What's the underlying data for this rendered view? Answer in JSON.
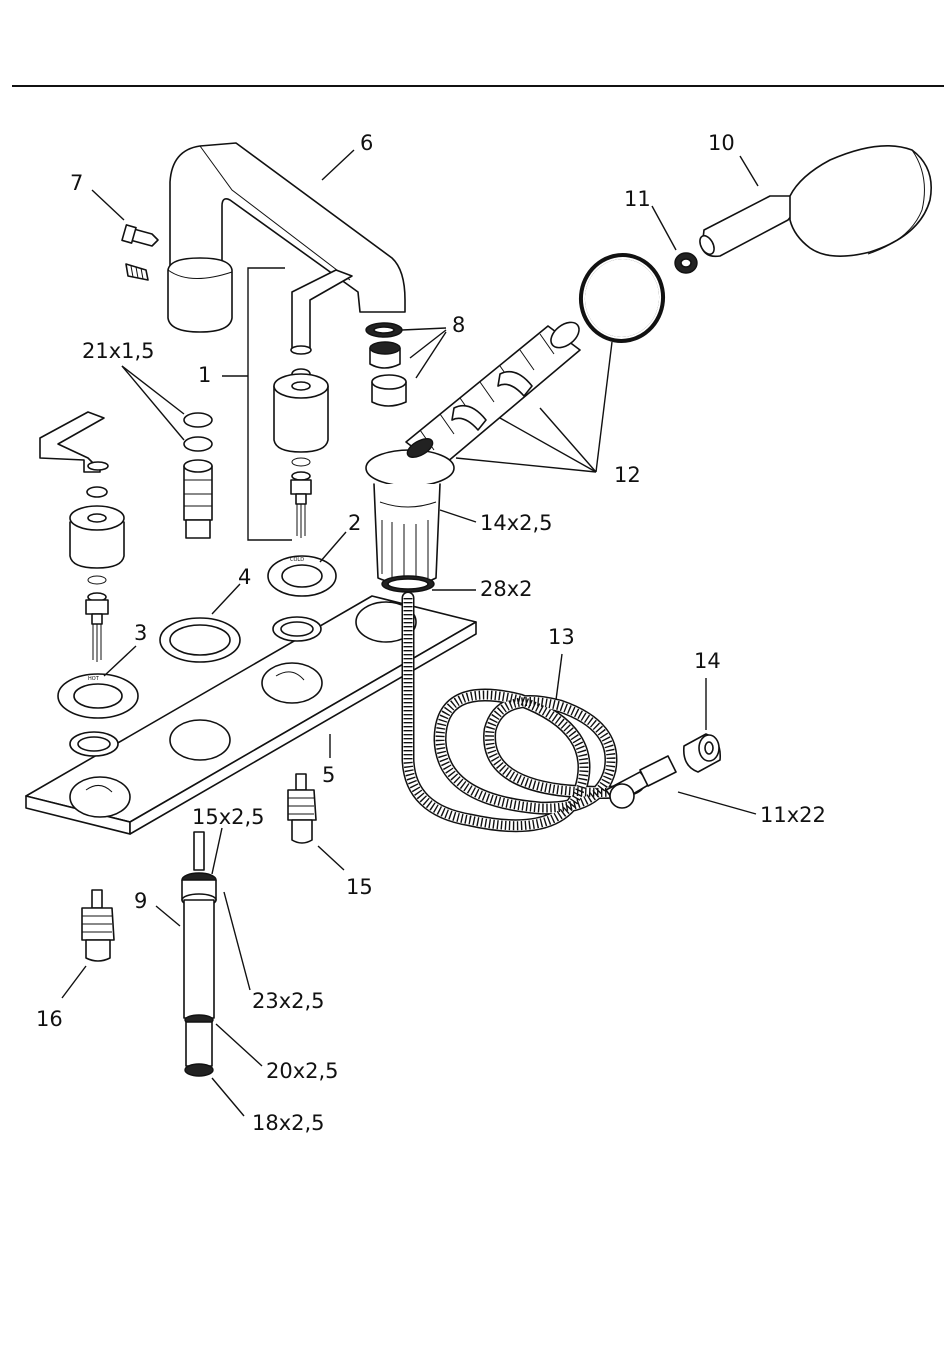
{
  "callouts": {
    "c1": "1",
    "c2": "2",
    "c3": "3",
    "c4": "4",
    "c5": "5",
    "c6": "6",
    "c7": "7",
    "c8": "8",
    "c9": "9",
    "c10": "10",
    "c11": "11",
    "c12": "12",
    "c13": "13",
    "c14": "14",
    "c15": "15",
    "c16": "16",
    "c21x15": "21x1,5",
    "c14x25": "14x2,5",
    "c28x2": "28x2",
    "c11x22": "11x22",
    "c15x25": "15x2,5",
    "c23x25": "23x2,5",
    "c20x25": "20x2,5",
    "c18x25": "18x2,5"
  },
  "plate_text": {
    "cold": "COLD",
    "hot": "HOT"
  }
}
